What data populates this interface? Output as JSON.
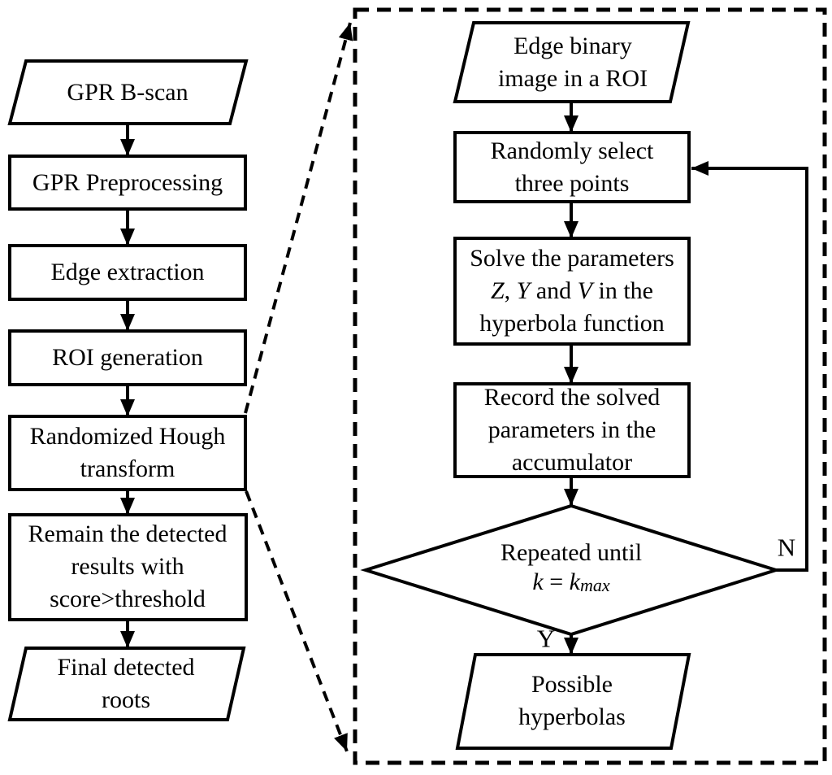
{
  "diagram": {
    "title": "Root detection flowchart with randomized Hough transform sub-process",
    "colors": {
      "stroke": "#000000",
      "background": "#ffffff"
    },
    "left": {
      "gpr_bscan": {
        "lines": [
          "GPR B-scan"
        ]
      },
      "gpr_preprocessing": {
        "lines": [
          "GPR Preprocessing"
        ]
      },
      "edge_extraction": {
        "lines": [
          "Edge extraction"
        ]
      },
      "roi_generation": {
        "lines": [
          "ROI generation"
        ]
      },
      "randomized_hough": {
        "lines": [
          "Randomized Hough",
          "transform"
        ]
      },
      "remain_detected": {
        "lines": [
          "Remain the detected",
          "results with",
          "score>threshold"
        ]
      },
      "final_roots": {
        "lines": [
          "Final detected",
          "roots"
        ]
      }
    },
    "right": {
      "edge_binary": {
        "lines": [
          "Edge binary",
          "image in a ROI"
        ]
      },
      "randomly_select": {
        "lines": [
          "Randomly select",
          "three points"
        ]
      },
      "solve_parameters": {
        "line1": "Solve the parameters",
        "line2": {
          "z": "Z",
          "sep": ", ",
          "y": "Y",
          "and": " and ",
          "v": "V",
          "rest": " in the"
        },
        "line3": "hyperbola function"
      },
      "record_parameters": {
        "lines": [
          "Record the solved",
          "parameters in the",
          "accumulator"
        ]
      },
      "decision": {
        "line1": "Repeated until",
        "k1": "k",
        "eq": " = ",
        "k2": "k",
        "sub": "max"
      },
      "possible_hyperbolas": {
        "lines": [
          "Possible",
          "hyperbolas"
        ]
      },
      "branch_yes": "Y",
      "branch_no": "N"
    }
  }
}
